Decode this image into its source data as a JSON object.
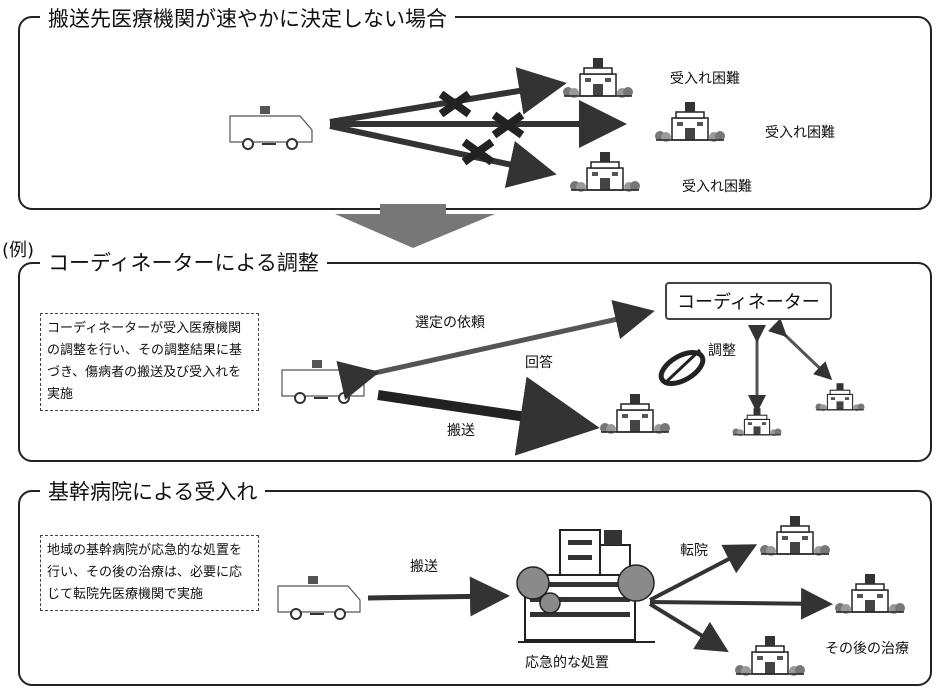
{
  "panel1": {
    "title": "搬送先医療機関が速やかに決定しない場合",
    "hosp_label_1": "受入れ困難",
    "hosp_label_2": "受入れ困難",
    "hosp_label_3": "受入れ困難"
  },
  "example_label": "(例)",
  "panel2": {
    "title": "コーディネーターによる調整",
    "note": "コーディネーターが受入医療機関の調整を行い、その調整結果に基づき、傷病者の搬送及び受入れを実施",
    "coordinator": "コーディネーター",
    "request_label": "選定の依頼",
    "answer_label": "回答",
    "adjust_label": "調整",
    "transport_label": "搬送"
  },
  "panel3": {
    "title": "基幹病院による受入れ",
    "note": "地域の基幹病院が応急的な処置を行い、その後の治療は、必要に応じて転院先医療機関で実施",
    "transport_label": "搬送",
    "transfer_label": "転院",
    "first_aid_label": "応急的な処置",
    "after_label": "その後の治療"
  },
  "colors": {
    "arrow": "#333333",
    "cross": "#222222",
    "big_arrow": "#777777",
    "tree": "#888888"
  }
}
